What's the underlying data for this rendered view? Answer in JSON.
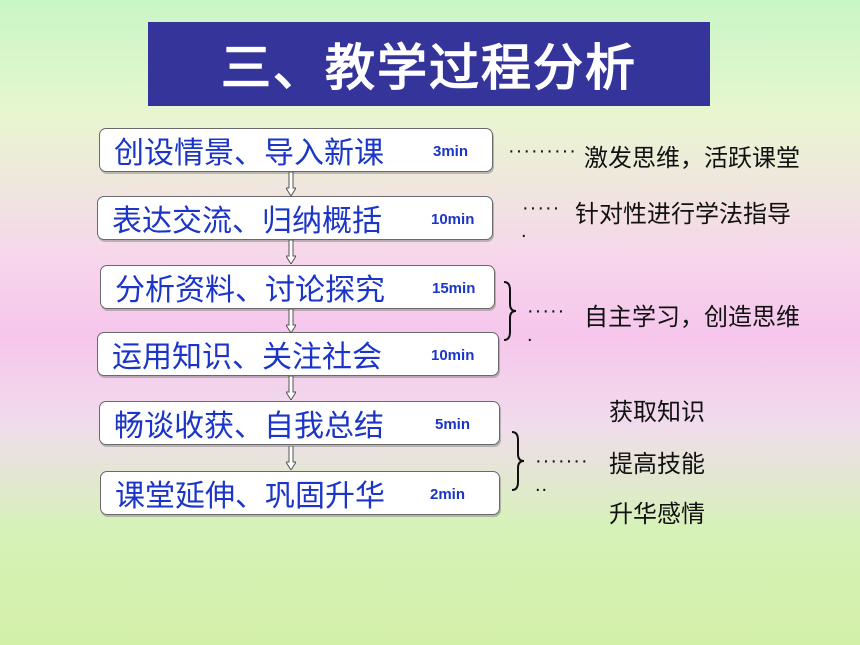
{
  "title": "三、教学过程分析",
  "steps": [
    {
      "label": "创设情景、导入新课",
      "time": "3min"
    },
    {
      "label": "表达交流、归纳概括",
      "time": "10min"
    },
    {
      "label": "分析资料、讨论探究",
      "time": "15min"
    },
    {
      "label": "运用知识、关注社会",
      "time": "10min"
    },
    {
      "label": "畅谈收获、自我总结",
      "time": "5min"
    },
    {
      "label": "课堂延伸、巩固升华",
      "time": "2min"
    }
  ],
  "notes": {
    "n1": {
      "dots": "·········",
      "text": "激发思维，活跃课堂"
    },
    "n2": {
      "dots": "·····",
      "dot2": ".",
      "text": "针对性进行学法指导"
    },
    "n3": {
      "dots": "·····",
      "dot2": ".",
      "text": "自主学习，创造思维"
    },
    "n4": {
      "dots": "·······",
      "dot2": "..",
      "items": [
        "获取知识",
        "提高技能",
        "升华感情"
      ]
    }
  },
  "colors": {
    "title_bg": "#34349a",
    "step_text": "#1a35c8"
  }
}
